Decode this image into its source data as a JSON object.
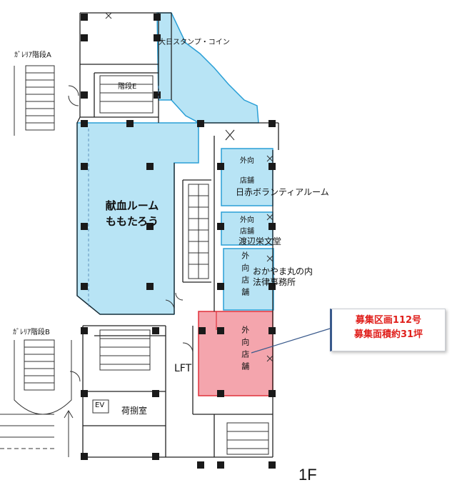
{
  "floor_label": "1F",
  "callout": {
    "line1": "募集区画112号",
    "line2": "募集面積約31坪",
    "text_color": "#e0201c"
  },
  "colors": {
    "occupied_fill": "#b8e4f5",
    "occupied_stroke": "#2a9fd6",
    "vacant_fill": "#f4a5ad",
    "vacant_stroke": "#e0303a"
  },
  "labels": {
    "stairs_a": "ｶﾞﾚﾘｱ階段A",
    "stairs_b": "ｶﾞﾚﾘｱ階段B",
    "stairs_e": "階段E",
    "stamp_coin": "大日スタンプ・コイン",
    "blood_room_1": "献血ルーム",
    "blood_room_2": "ももたろう",
    "red_cross": "日赤ボランティアルーム",
    "watanabe": "渡辺栄文堂",
    "law_1": "おかやま丸の内",
    "law_2": "法律事務所",
    "elevator": "LFT",
    "ev": "EV",
    "cargo": "荷捌室",
    "outer_shop": "外向店舗",
    "outer_shop_split_a": "外向",
    "outer_shop_split_b": "店舗"
  }
}
